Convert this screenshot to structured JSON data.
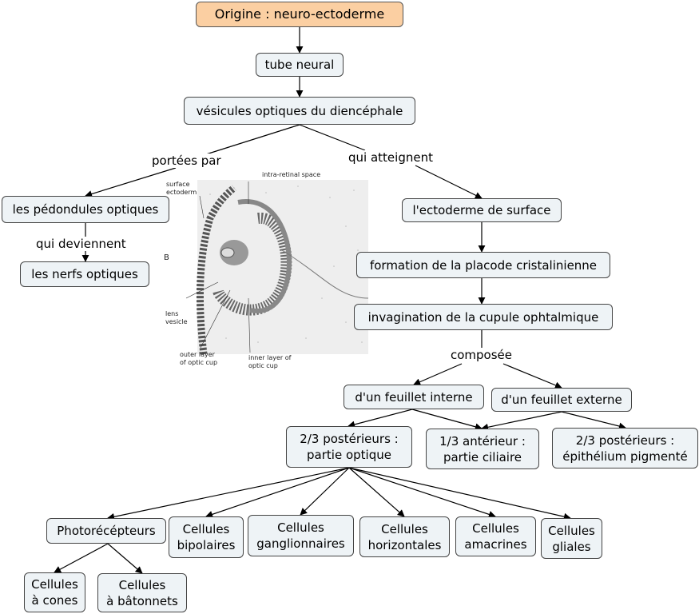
{
  "nodes": {
    "origine": "Origine : neuro-ectoderme",
    "tube": "tube neural",
    "vesicules": "vésicules optiques du diencéphale",
    "pedoncules": "les pédondules optiques",
    "nerfs": "les nerfs optiques",
    "ectoderme": "l'ectoderme de surface",
    "placode": "formation de la placode cristalinienne",
    "invagination": "invagination de la cupule ophtalmique",
    "interne": "d'un feuillet interne",
    "externe": "d'un feuillet externe",
    "post_opt": [
      "2/3 postérieurs :",
      "partie optique"
    ],
    "ant_cil": [
      "1/3 antérieur :",
      "partie ciliaire"
    ],
    "post_pig": [
      "2/3 postérieurs :",
      "épithélium pigmenté"
    ],
    "photo": "Photorécépteurs",
    "bipolaires": [
      "Cellules",
      "bipolaires"
    ],
    "ganglionnaires": [
      "Cellules",
      "ganglionnaires"
    ],
    "horizontales": [
      "Cellules",
      "horizontales"
    ],
    "amacrines": [
      "Cellules",
      "amacrines"
    ],
    "gliales": [
      "Cellules",
      "gliales"
    ],
    "cones": [
      "Cellules",
      "à cones"
    ],
    "batonnets": [
      "Cellules",
      "à bâtonnets"
    ]
  },
  "links": {
    "portees": "portées par",
    "atteignent": "qui atteignent",
    "deviennent": "qui deviennent",
    "composee": "composée"
  },
  "figure": {
    "intra_retinal": "intra-retinal space",
    "surface": "surface",
    "ectoderm": "ectoderm",
    "letter": "B",
    "lens": "lens",
    "vesicle": "vesicle",
    "outer1": "outer layer",
    "outer2": "of optic cup",
    "inner1": "inner layer of",
    "inner2": "optic cup"
  },
  "colors": {
    "root_fill": "#fbcfa2",
    "node_fill": "#eef3f6",
    "line": "#000000"
  }
}
